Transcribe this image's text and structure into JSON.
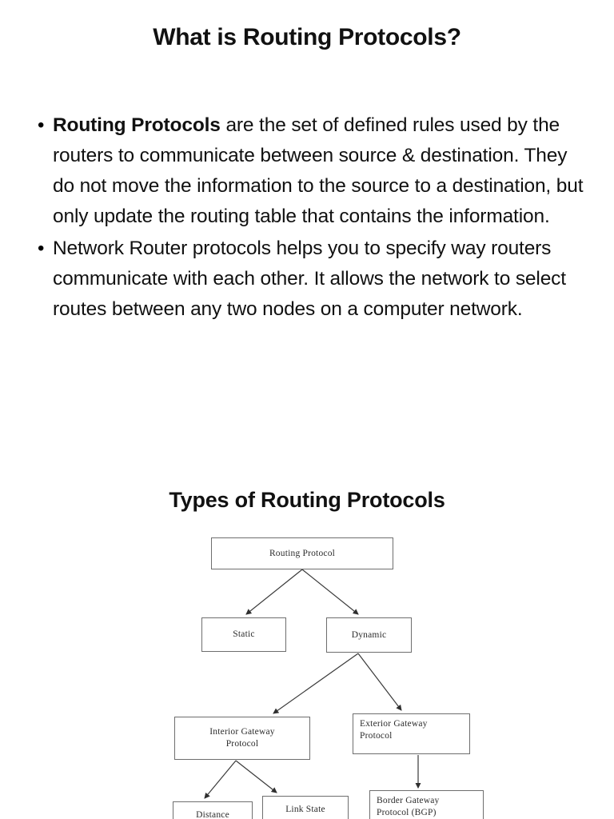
{
  "slide": {
    "title": "What is Routing Protocols?",
    "sub_heading": "Types of Routing Protocols",
    "bullets": [
      {
        "marker": "•",
        "lead": "Routing Protocols",
        "rest": " are the set of defined rules used by the routers to communicate between source & destination. They do not move the information to the source to a destination, but only update the routing table that contains the information."
      },
      {
        "marker": "•",
        "lead": "",
        "rest": "Network Router protocols helps you to specify way routers communicate with each other. It allows the network to select routes between any two nodes on a computer network."
      }
    ]
  },
  "diagram": {
    "title": "Types of Routing Protocols",
    "nodes": {
      "root": "Routing Protocol",
      "static": "Static",
      "dynamic": "Dynamic",
      "igp_line1": "Interior Gateway",
      "igp_line2": "Protocol",
      "egp_line1": "Exterior Gateway",
      "egp_line2": "Protocol",
      "distance": "Distance",
      "link_state": "Link State",
      "bgp_line1": "Border Gateway",
      "bgp_line2": "Protocol (BGP)"
    },
    "edges": [
      {
        "from": "root",
        "to": "static"
      },
      {
        "from": "root",
        "to": "dynamic"
      },
      {
        "from": "dynamic",
        "to": "igp"
      },
      {
        "from": "dynamic",
        "to": "egp"
      },
      {
        "from": "igp",
        "to": "distance"
      },
      {
        "from": "igp",
        "to": "link_state"
      },
      {
        "from": "egp",
        "to": "bgp"
      }
    ],
    "colors": {
      "box_border": "#6e6e6e",
      "edge": "#3a3a3a",
      "text": "#2c2c2c"
    }
  }
}
